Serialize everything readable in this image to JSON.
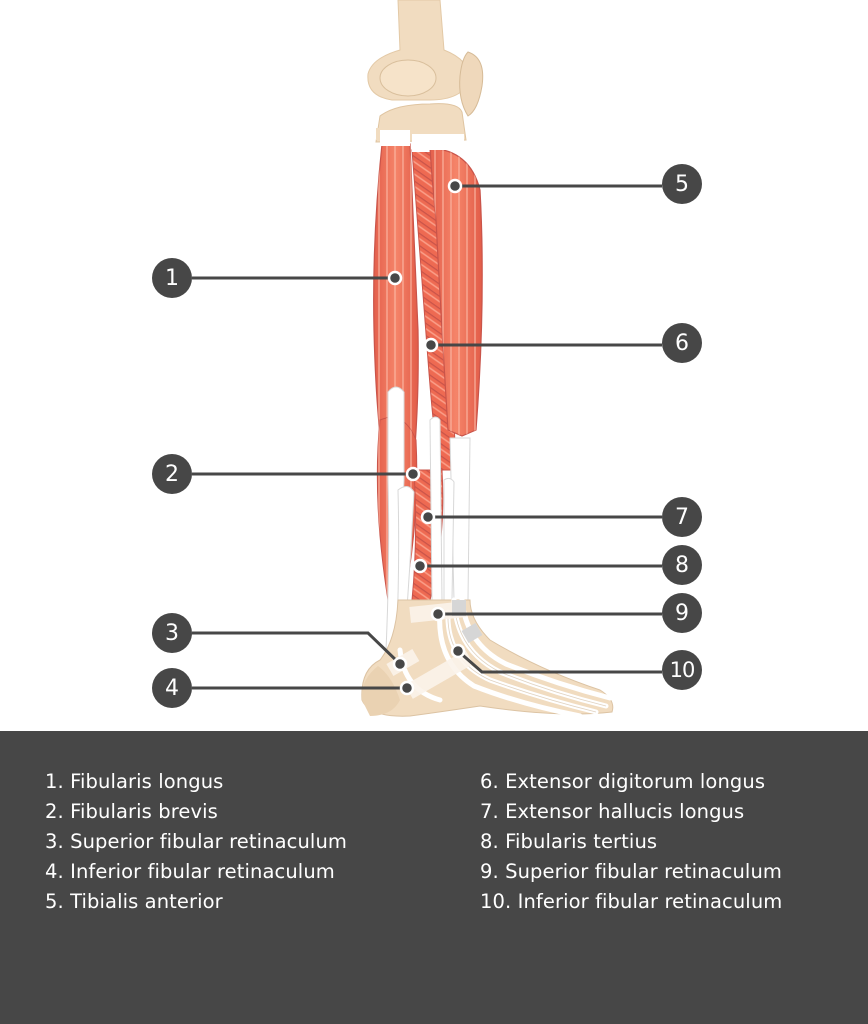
{
  "diagram": {
    "subject": "Lateral view of the lower leg and foot muscles",
    "colors": {
      "muscle": "#f06a4f",
      "muscle_light": "#f79a80",
      "muscle_dark": "#c9544a",
      "tendon": "#ffffff",
      "bone": "#f1dcc0",
      "bone_shadow": "#dcc3a3",
      "label_badge": "#474747",
      "leader_line": "#474747",
      "legend_background": "#474747",
      "legend_text": "#ffffff"
    },
    "labels": [
      {
        "number": "1",
        "target": "Fibularis longus"
      },
      {
        "number": "2",
        "target": "Fibularis brevis"
      },
      {
        "number": "3",
        "target": "Superior fibular retinaculum"
      },
      {
        "number": "4",
        "target": "Inferior fibular retinaculum"
      },
      {
        "number": "5",
        "target": "Tibialis anterior"
      },
      {
        "number": "6",
        "target": "Extensor digitorum longus"
      },
      {
        "number": "7",
        "target": "Extensor hallucis longus"
      },
      {
        "number": "8",
        "target": "Fibularis tertius"
      },
      {
        "number": "9",
        "target": "Superior fibular retinaculum"
      },
      {
        "number": "10",
        "target": "Inferior fibular retinaculum"
      }
    ]
  },
  "legend": {
    "left": [
      "1. Fibularis longus",
      "2. Fibularis brevis",
      "3. Superior fibular retinaculum",
      "4. Inferior fibular retinaculum",
      "5. Tibialis anterior"
    ],
    "right": [
      "6. Extensor digitorum longus",
      "7. Extensor hallucis longus",
      "8. Fibularis tertius",
      "9. Superior fibular retinaculum",
      "10. Inferior fibular retinaculum"
    ]
  }
}
